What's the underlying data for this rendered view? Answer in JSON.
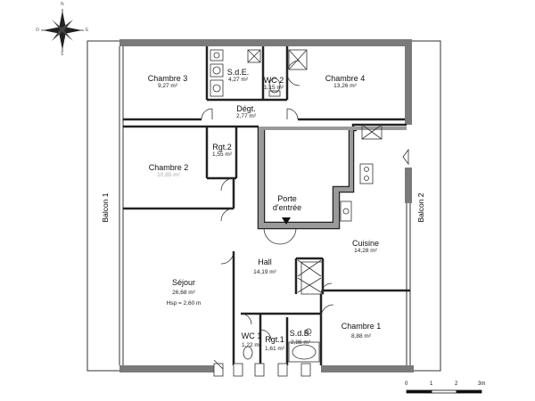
{
  "compass": {
    "n": "N",
    "s": "S",
    "e": "E",
    "o": "O"
  },
  "rooms": {
    "chambre3": {
      "name": "Chambre 3",
      "area": "9,27 m²"
    },
    "sde": {
      "name": "S.d.E.",
      "area": "4,27 m²"
    },
    "wc2": {
      "name": "WC 2",
      "area": "1,15 m²"
    },
    "chambre4": {
      "name": "Chambre 4",
      "area": "13,26 m²"
    },
    "degt": {
      "name": "Dégt.",
      "area": "2,77 m²"
    },
    "rgt2": {
      "name": "Rgt.2",
      "area": "1,55 m²"
    },
    "chambre2": {
      "name": "Chambre 2",
      "area": "10,85 m²"
    },
    "porte": {
      "line1": "Porte",
      "line2": "d'entrée"
    },
    "cuisine": {
      "name": "Cuisine",
      "area": "14,28 m²"
    },
    "sejour": {
      "name": "Séjour",
      "area": "26,68 m²",
      "hsp": "Hsp = 2,60 m"
    },
    "hall": {
      "name": "Hall",
      "area": "14,19 m²"
    },
    "chambre1": {
      "name": "Chambre 1",
      "area": "8,88 m²"
    },
    "wc1": {
      "name": "WC 1",
      "area": "1,22 m²"
    },
    "rgt1": {
      "name": "Rgt.1",
      "area": "1,61 m²"
    },
    "sdb": {
      "name": "S.d.B.",
      "area": "2,86 m²"
    }
  },
  "balcony1": "Balcon 1",
  "balcony2": "Balcon 2",
  "scale": {
    "t0": "0",
    "t1": "1",
    "t2": "2",
    "t3": "3m"
  },
  "colors": {
    "wall": "#7a7a7a",
    "line": "#222222",
    "background": "#ffffff"
  }
}
